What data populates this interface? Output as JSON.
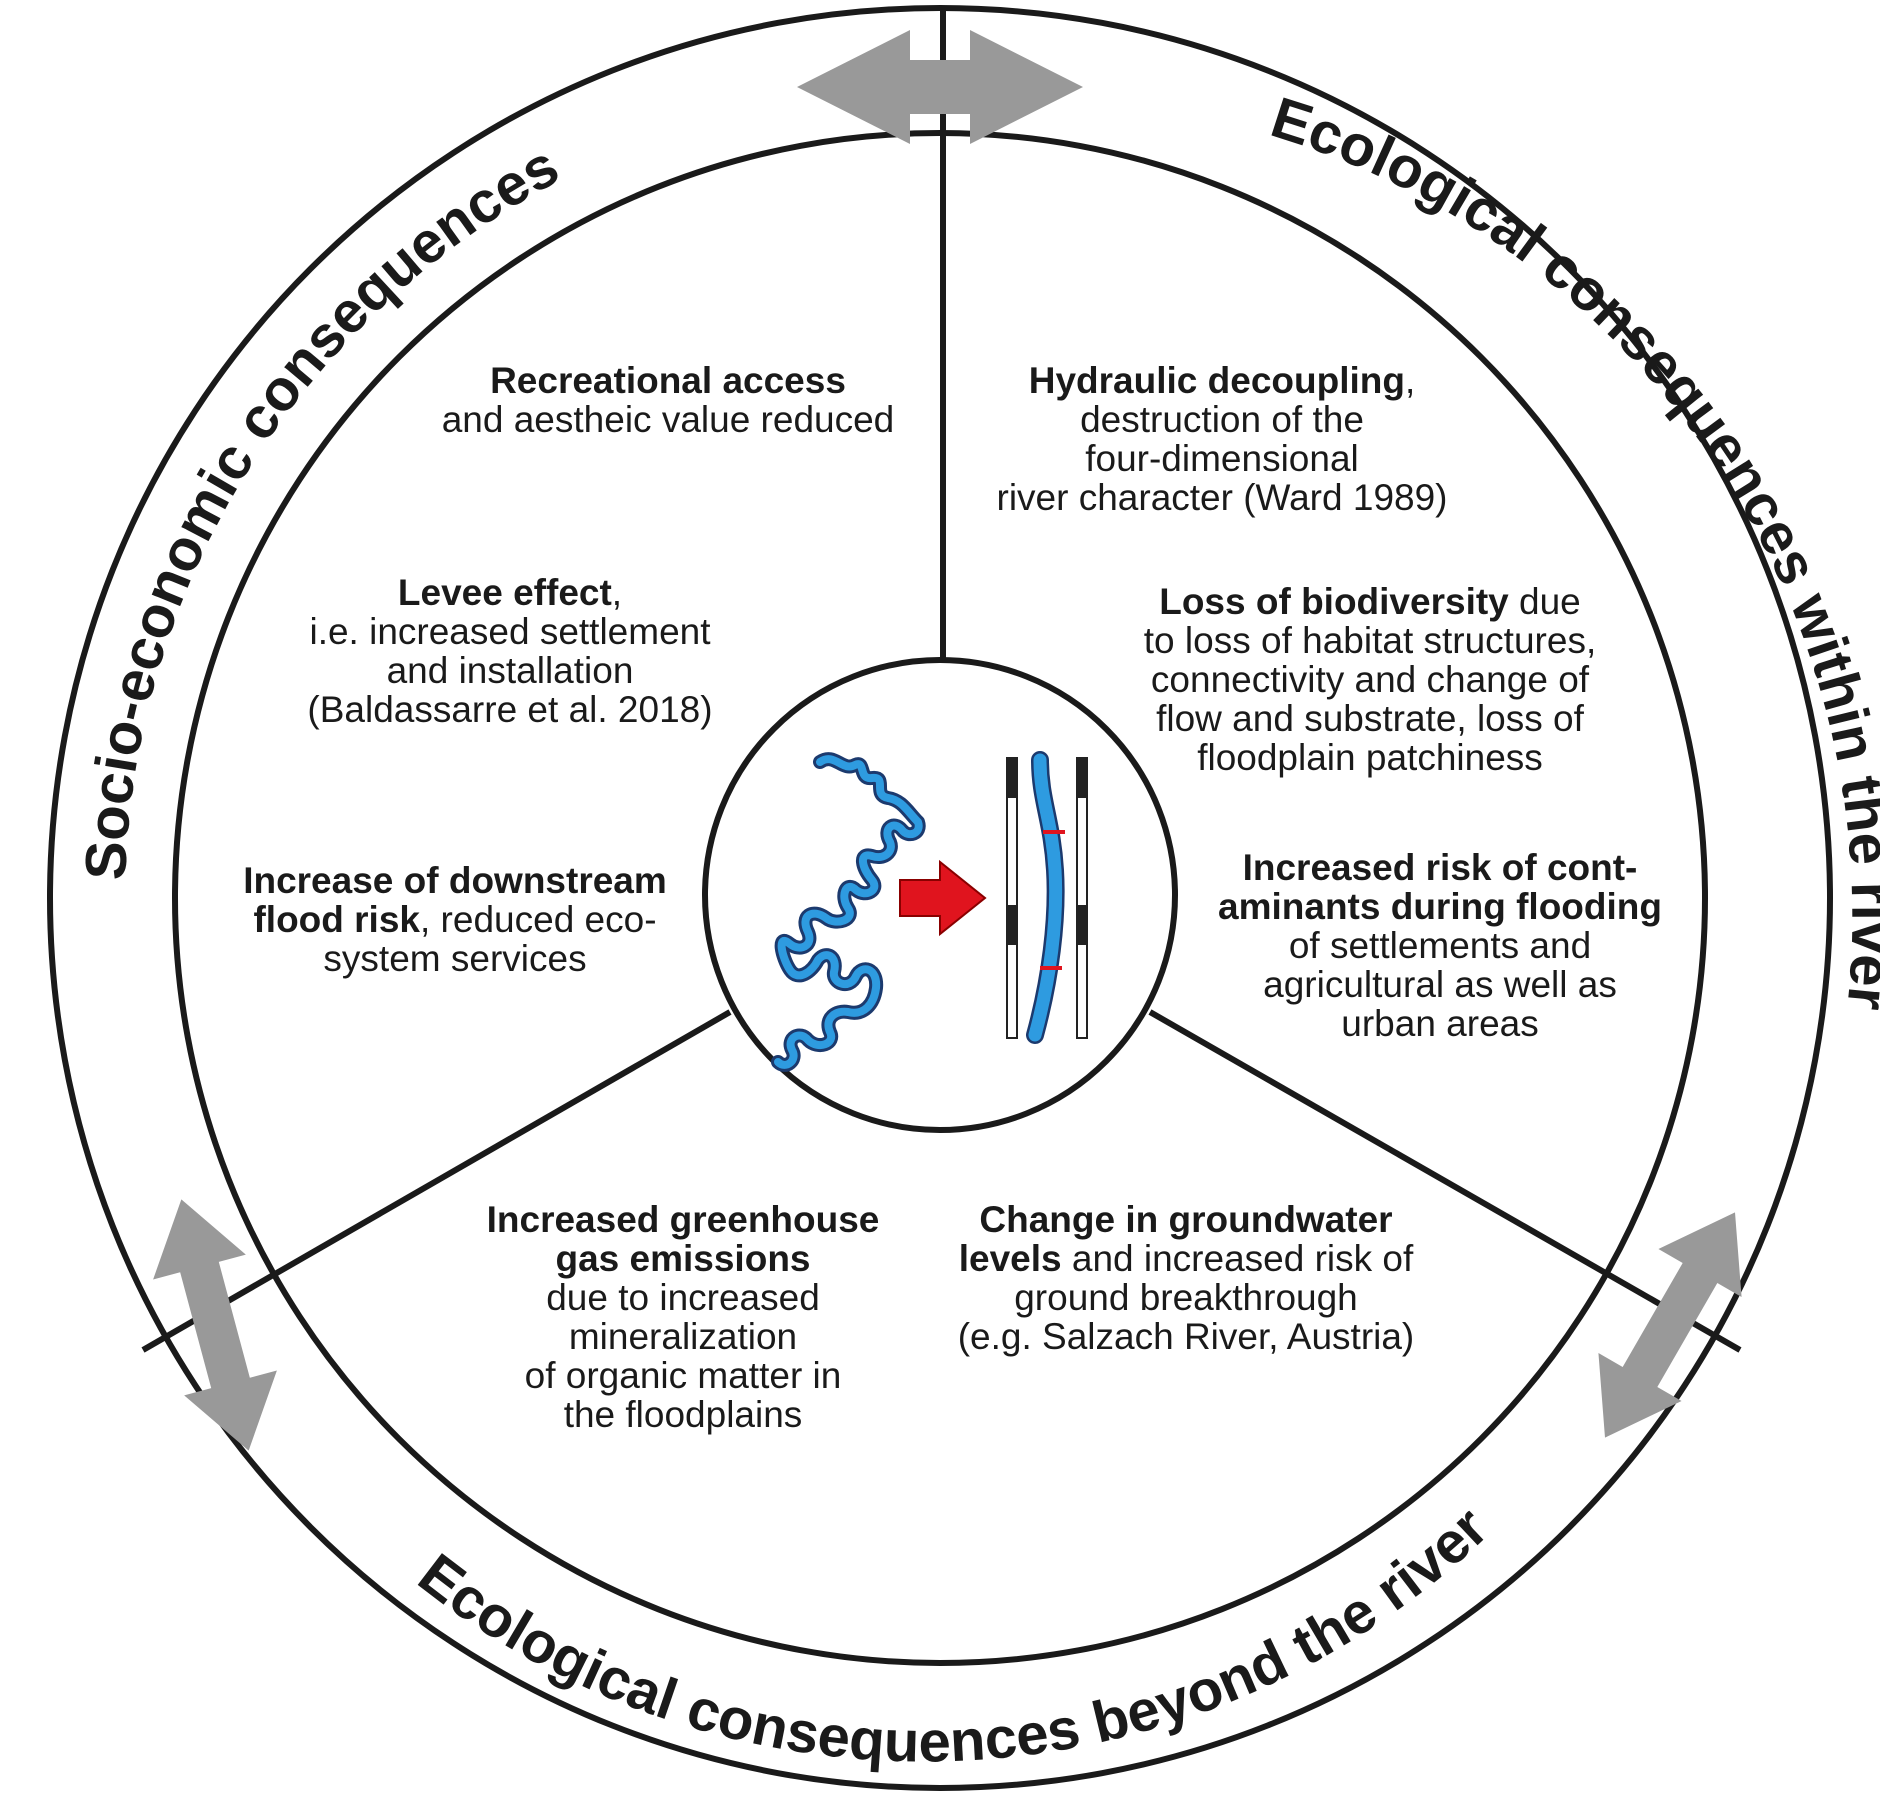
{
  "ring_labels": {
    "socio": "Socio-economic consequences",
    "within": "Ecological consequences within the river",
    "beyond": "Ecological consequences beyond the river"
  },
  "blocks": {
    "recreational": [
      [
        {
          "t": "Recreational access",
          "b": true
        }
      ],
      [
        {
          "t": "and aestheic value reduced",
          "b": false
        }
      ]
    ],
    "levee": [
      [
        {
          "t": "Levee effect",
          "b": true
        },
        {
          "t": ",",
          "b": false
        }
      ],
      [
        {
          "t": "i.e. increased settlement",
          "b": false
        }
      ],
      [
        {
          "t": "and installation",
          "b": false
        }
      ],
      [
        {
          "t": "(Baldassarre et al. 2018)",
          "b": false
        }
      ]
    ],
    "downstream": [
      [
        {
          "t": "Increase of downstream",
          "b": true
        }
      ],
      [
        {
          "t": "flood risk",
          "b": true
        },
        {
          "t": ", reduced eco-",
          "b": false
        }
      ],
      [
        {
          "t": "system services",
          "b": false
        }
      ]
    ],
    "hydraulic": [
      [
        {
          "t": "Hydraulic decoupling",
          "b": true
        },
        {
          "t": ",",
          "b": false
        }
      ],
      [
        {
          "t": "destruction of the",
          "b": false
        }
      ],
      [
        {
          "t": "four-dimensional",
          "b": false
        }
      ],
      [
        {
          "t": "river character (Ward 1989)",
          "b": false
        }
      ]
    ],
    "biodiversity": [
      [
        {
          "t": "Loss of biodiversity",
          "b": true
        },
        {
          "t": " due",
          "b": false
        }
      ],
      [
        {
          "t": "to loss of habitat structures,",
          "b": false
        }
      ],
      [
        {
          "t": "connectivity and change of",
          "b": false
        }
      ],
      [
        {
          "t": "flow and substrate, loss of",
          "b": false
        }
      ],
      [
        {
          "t": "floodplain patchiness",
          "b": false
        }
      ]
    ],
    "contaminants": [
      [
        {
          "t": "Increased risk of cont-",
          "b": true
        }
      ],
      [
        {
          "t": "aminants during flooding",
          "b": true
        }
      ],
      [
        {
          "t": "of settlements and",
          "b": false
        }
      ],
      [
        {
          "t": "agricultural as well as",
          "b": false
        }
      ],
      [
        {
          "t": "urban areas",
          "b": false
        }
      ]
    ],
    "greenhouse": [
      [
        {
          "t": "Increased greenhouse",
          "b": true
        }
      ],
      [
        {
          "t": "gas emissions",
          "b": true
        }
      ],
      [
        {
          "t": "due to increased",
          "b": false
        }
      ],
      [
        {
          "t": "mineralization",
          "b": false
        }
      ],
      [
        {
          "t": "of organic matter in",
          "b": false
        }
      ],
      [
        {
          "t": "the floodplains",
          "b": false
        }
      ]
    ],
    "groundwater": [
      [
        {
          "t": "Change in groundwater",
          "b": true
        }
      ],
      [
        {
          "t": "levels",
          "b": true
        },
        {
          "t": " and increased risk of",
          "b": false
        }
      ],
      [
        {
          "t": "ground breakthrough",
          "b": false
        }
      ],
      [
        {
          "t": "(e.g. Salzach River, Austria)",
          "b": false
        }
      ]
    ]
  },
  "colors": {
    "line": "#1a1a1a",
    "arrow_grey": "#999999",
    "river_blue": "#2e9be0",
    "river_outline": "#1c3a6e",
    "red_arrow": "#e0141e",
    "levee_dark": "#222222"
  },
  "icons": {
    "center_left": "meandering-river-icon",
    "center_arrow": "red-arrow-icon",
    "center_right": "channelized-river-icon",
    "ring_arrows": "double-headed-arrow-icon"
  }
}
